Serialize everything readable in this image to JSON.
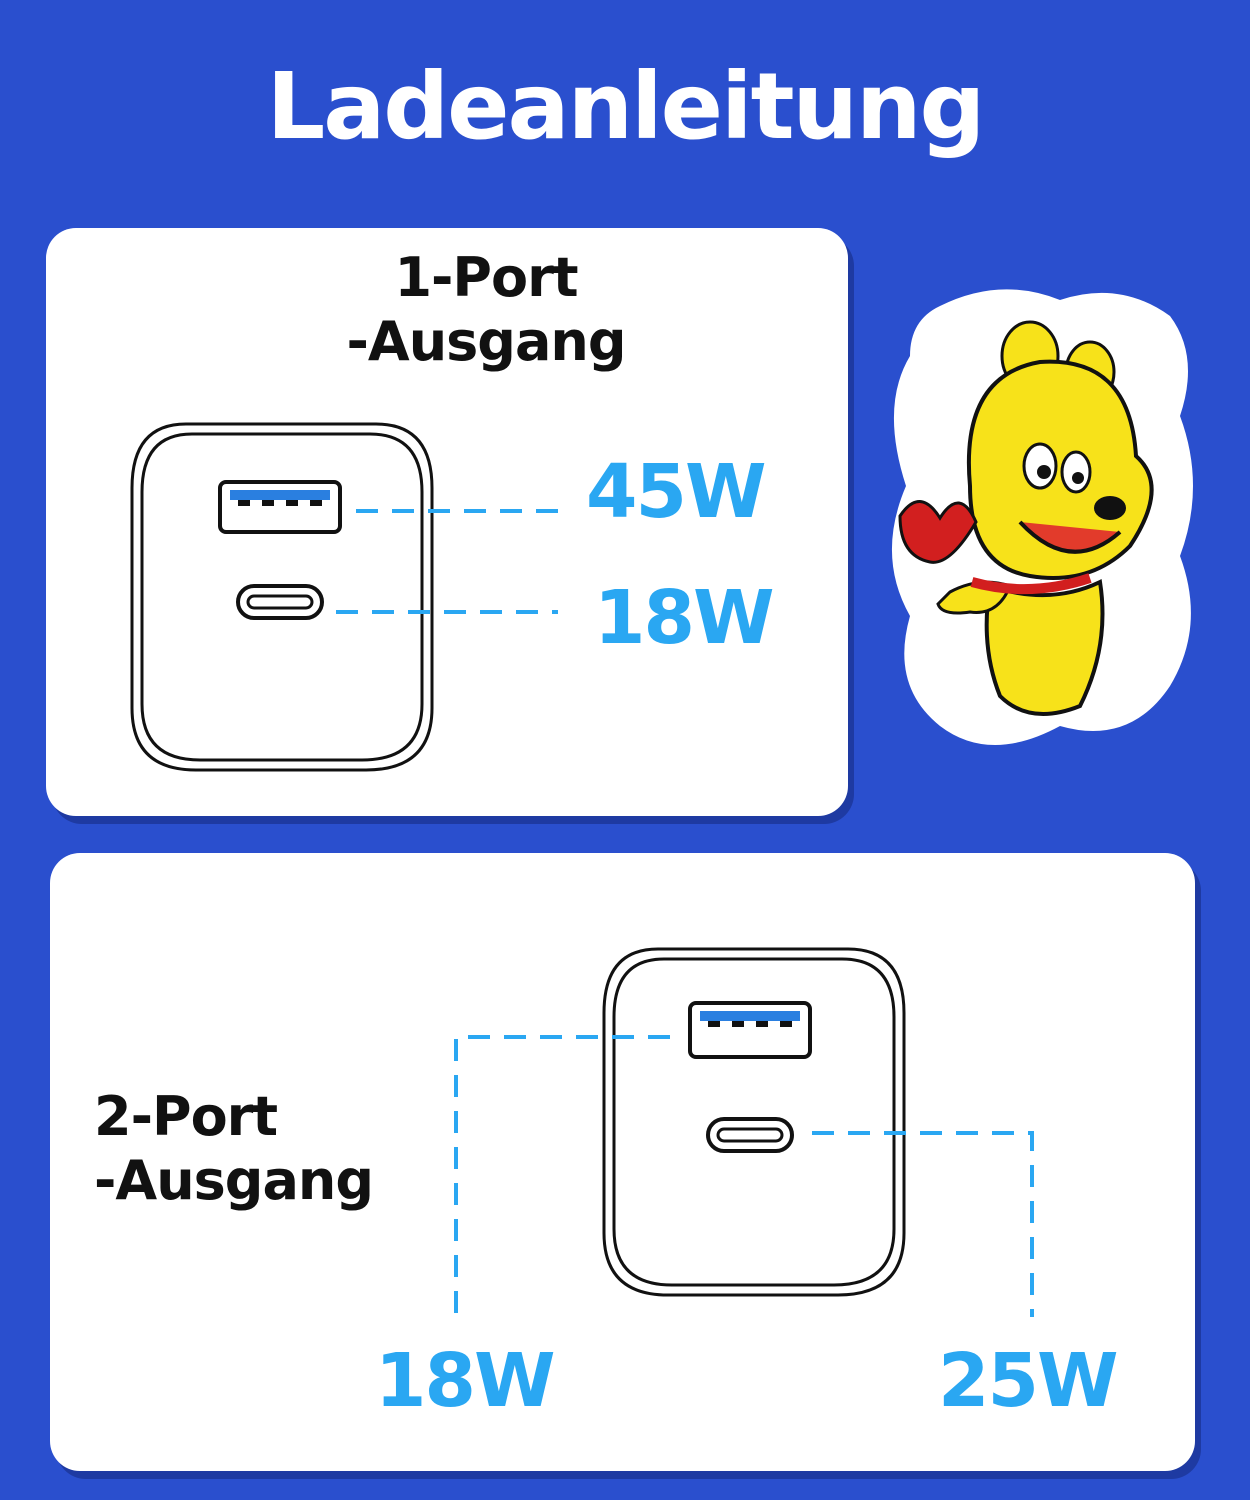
{
  "title": "Ladeanleitung",
  "one_port": {
    "label_line1": "1-Port",
    "label_line2": "-Ausgang",
    "usb_a_watt": "45W",
    "usb_c_watt": "18W"
  },
  "two_port": {
    "label_line1": "2-Port",
    "label_line2": "-Ausgang",
    "usb_a_watt": "18W",
    "usb_c_watt": "25W"
  },
  "colors": {
    "background": "#2a4fce",
    "accent": "#2aa7f2",
    "card": "#ffffff"
  },
  "icons": [
    "charger-icon",
    "usb-a-port-icon",
    "usb-c-port-icon",
    "bear-mascot-icon"
  ]
}
